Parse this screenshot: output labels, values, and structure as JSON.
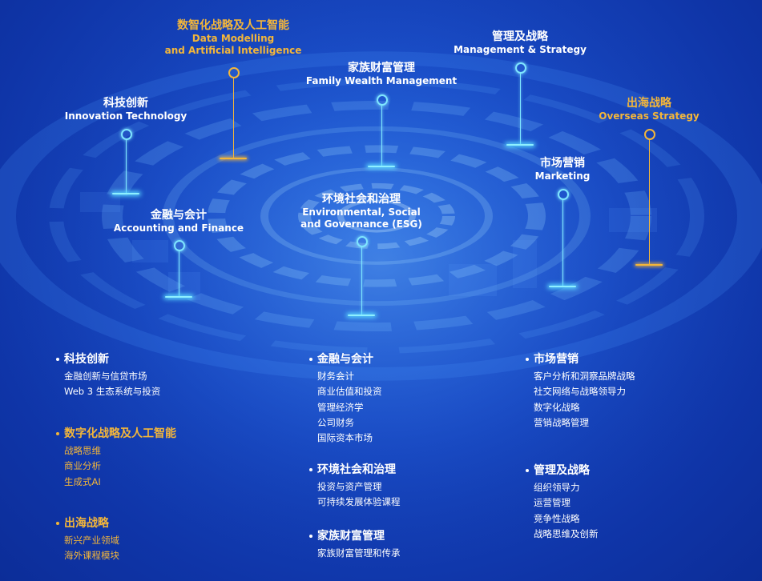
{
  "nodes": [
    {
      "cn": "数智化战略及人工智能",
      "en": [
        "Data Modelling",
        "and Artificial Intelligence"
      ],
      "color": "gold"
    },
    {
      "cn": "管理及战略",
      "en": [
        "Management & Strategy"
      ],
      "color": "white"
    },
    {
      "cn": "家族财富管理",
      "en": [
        "Family Wealth Management"
      ],
      "color": "white"
    },
    {
      "cn": "科技创新",
      "en": [
        "Innovation Technology"
      ],
      "color": "white"
    },
    {
      "cn": "出海战略",
      "en": [
        "Overseas Strategy"
      ],
      "color": "gold"
    },
    {
      "cn": "市场营销",
      "en": [
        "Marketing"
      ],
      "color": "white"
    },
    {
      "cn": "金融与会计",
      "en": [
        "Accounting and Finance"
      ],
      "color": "white"
    },
    {
      "cn": "环境社会和治理",
      "en": [
        "Environmental, Social",
        "and Governance (ESG)"
      ],
      "color": "white"
    }
  ],
  "sections": [
    {
      "title": "科技创新",
      "color": "white",
      "items": [
        "金融创新与信贷市场",
        "Web 3 生态系统与投资"
      ]
    },
    {
      "title": "数字化战略及人工智能",
      "color": "gold",
      "items": [
        "战略思维",
        "商业分析",
        "生成式AI"
      ]
    },
    {
      "title": "出海战略",
      "color": "gold",
      "items": [
        "新兴产业领域",
        "海外课程模块"
      ]
    },
    {
      "title": "金融与会计",
      "color": "white",
      "items": [
        "财务会计",
        "商业估值和投资",
        "管理经济学",
        "公司财务",
        "国际资本市场"
      ]
    },
    {
      "title": "环境社会和治理",
      "color": "white",
      "items": [
        "投资与资产管理",
        "可持续发展体验课程"
      ]
    },
    {
      "title": "家族财富管理",
      "color": "white",
      "items": [
        "家族财富管理和传承"
      ]
    },
    {
      "title": "市场营销",
      "color": "white",
      "items": [
        "客户分析和洞察品牌战略",
        "社交网络与战略领导力",
        "数字化战略",
        "营销战略管理"
      ]
    },
    {
      "title": "管理及战略",
      "color": "white",
      "items": [
        "组织领导力",
        "运营管理",
        "竞争性战略",
        "战略思维及创新"
      ]
    }
  ]
}
